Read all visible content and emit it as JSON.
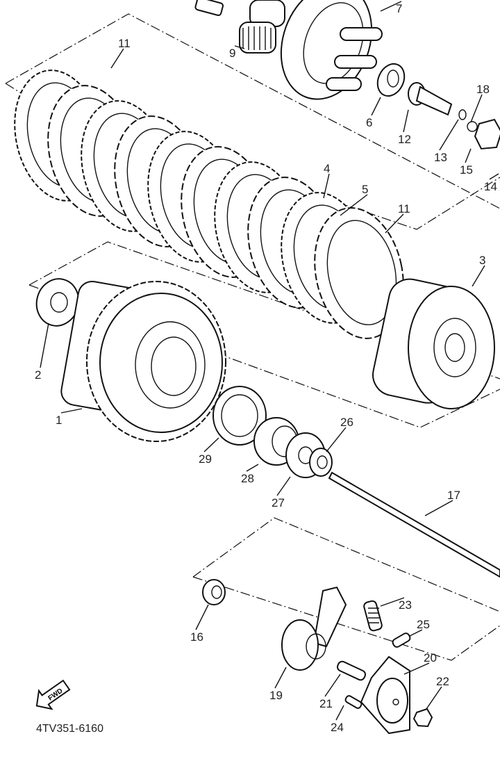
{
  "diagram": {
    "catalog_code": "4TV351-6160",
    "fwd_badge": "FWD",
    "callouts": [
      "7",
      "9",
      "11",
      "18",
      "6",
      "12",
      "13",
      "15",
      "14",
      "4",
      "5",
      "11",
      "3",
      "2",
      "1",
      "26",
      "29",
      "28",
      "27",
      "17",
      "23",
      "25",
      "16",
      "20",
      "22",
      "19",
      "21",
      "24"
    ]
  }
}
